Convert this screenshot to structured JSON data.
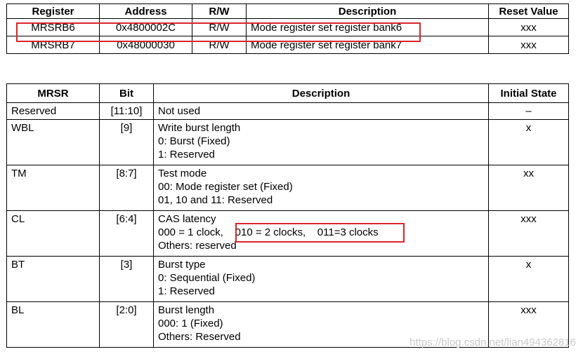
{
  "register_table": {
    "headers": [
      "Register",
      "Address",
      "R/W",
      "Description",
      "Reset Value"
    ],
    "rows": [
      [
        "MRSRB6",
        "0x4800002C",
        "R/W",
        "Mode register set register bank6",
        "xxx"
      ],
      [
        "MRSRB7",
        "0x48000030",
        "R/W",
        "Mode register set register bank7",
        "xxx"
      ]
    ]
  },
  "mrsr_table": {
    "headers": [
      "MRSR",
      "Bit",
      "Description",
      "Initial State"
    ],
    "rows": [
      {
        "name": "Reserved",
        "bit": "[11:10]",
        "desc": [
          "Not used"
        ],
        "init": "–"
      },
      {
        "name": "WBL",
        "bit": "[9]",
        "desc": [
          "Write burst length",
          "0: Burst (Fixed)",
          "1: Reserved"
        ],
        "init": "x"
      },
      {
        "name": "TM",
        "bit": "[8:7]",
        "desc": [
          "Test mode",
          "00: Mode register set (Fixed)",
          "01, 10 and 11: Reserved"
        ],
        "init": "xx"
      },
      {
        "name": "CL",
        "bit": "[6:4]",
        "desc": [
          "CAS latency",
          "000 = 1 clock,    010 = 2 clocks,    011=3 clocks",
          "Others: reserved"
        ],
        "init": "xxx"
      },
      {
        "name": "BT",
        "bit": "[3]",
        "desc": [
          "Burst type",
          "0: Sequential (Fixed)",
          "1: Reserved"
        ],
        "init": "x"
      },
      {
        "name": "BL",
        "bit": "[2:0]",
        "desc": [
          "Burst length",
          "000: 1 (Fixed)",
          "Others: Reserved"
        ],
        "init": "xxx"
      }
    ]
  },
  "highlight_color": "#d9262b",
  "watermark": "https://blog.csdn.net/lian494362816"
}
